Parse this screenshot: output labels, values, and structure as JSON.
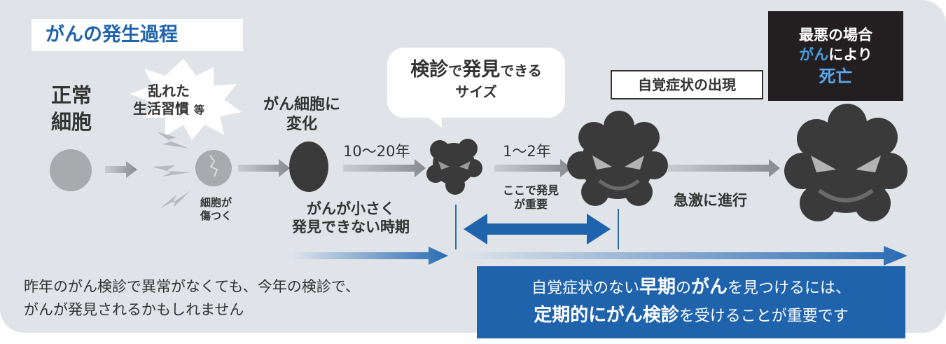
{
  "title": "がんの発生過程",
  "stages": {
    "normal_line1": "正常",
    "normal_line2": "細胞",
    "habit_line1": "乱れた",
    "habit_line2": "生活習慣",
    "habit_suffix": "等",
    "damage_line1": "細胞が",
    "damage_line2": "傷つく",
    "change_line1": "がん細胞に",
    "change_line2": "変化",
    "period1": "10〜20年",
    "period2": "1〜2年",
    "hidden_line1": "がんが小さく",
    "hidden_line2": "発見できない時期",
    "bubble_big1": "検診",
    "bubble_small1": "で",
    "bubble_big2": "発見",
    "bubble_small2": "できる",
    "bubble_line2": "サイズ",
    "here_line1": "ここで発見",
    "here_line2": "が重要",
    "symptom": "自覚症状の出現",
    "rapid": "急激に進行",
    "death_line1": "最悪の場合",
    "death_blue": "がん",
    "death_rest": "により",
    "death_line3": "死亡"
  },
  "note": {
    "line1": "昨年のがん検診で異常がなくても、今年の検診で、",
    "line2": "がんが発見されるかもしれません"
  },
  "cta": {
    "l1_a": "自覚症状のない",
    "l1_b": "早期",
    "l1_c": "の",
    "l1_d": "がん",
    "l1_e": "を見つけるには、",
    "l2_a": "定期的にがん検診",
    "l2_b": "を受けることが重要です"
  },
  "colors": {
    "panel": "#e0e4e8",
    "title_blue": "#1f63ad",
    "cta_blue": "#1f63ad",
    "text": "#333333",
    "cell_dark": "#333333",
    "cell_normal": "#999999"
  }
}
